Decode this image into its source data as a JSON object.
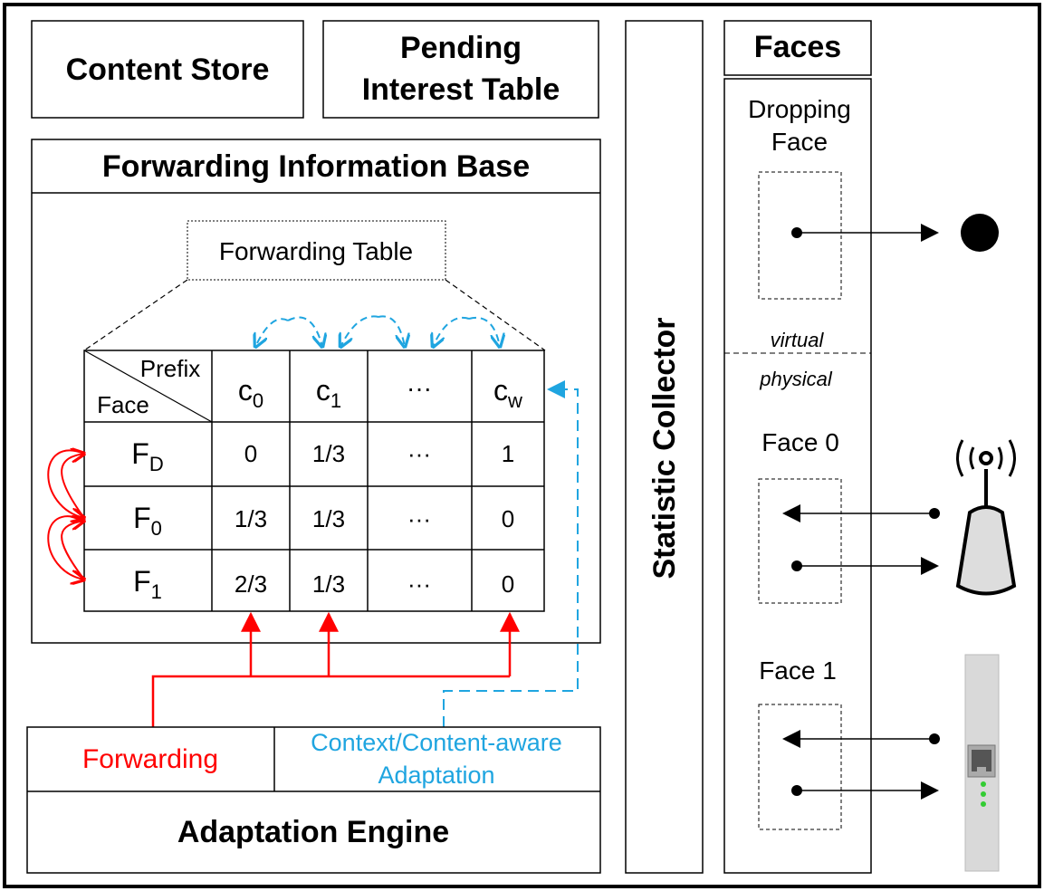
{
  "content_store": {
    "label": "Content Store"
  },
  "pit": {
    "line1": "Pending",
    "line2": "Interest Table"
  },
  "fib": {
    "title": "Forwarding Information Base",
    "forwarding_table_label": "Forwarding Table",
    "table": {
      "corner_prefix": "Prefix",
      "corner_face": "Face",
      "columns": [
        {
          "base": "c",
          "sub": "0"
        },
        {
          "base": "c",
          "sub": "1"
        },
        {
          "base": "···",
          "sub": ""
        },
        {
          "base": "c",
          "sub": "w"
        }
      ],
      "rows": [
        {
          "base": "F",
          "sub": "D",
          "cells": [
            "0",
            "1/3",
            "···",
            "1"
          ]
        },
        {
          "base": "F",
          "sub": "0",
          "cells": [
            "1/3",
            "1/3",
            "···",
            "0"
          ]
        },
        {
          "base": "F",
          "sub": "1",
          "cells": [
            "2/3",
            "1/3",
            "···",
            "0"
          ]
        }
      ]
    }
  },
  "adaptation": {
    "forwarding": "Forwarding",
    "context_line1": "Context/Content-aware",
    "context_line2": "Adaptation",
    "engine": "Adaptation Engine"
  },
  "statistic_collector": {
    "label": "Statistic Collector"
  },
  "faces": {
    "title": "Faces",
    "dropping_line1": "Dropping",
    "dropping_line2": "Face",
    "virtual": "virtual",
    "physical": "physical",
    "face0": "Face 0",
    "face1": "Face 1"
  },
  "colors": {
    "forwarding_red": "#ff0000",
    "adaptation_blue": "#1fa5e0",
    "outline": "#000000"
  }
}
